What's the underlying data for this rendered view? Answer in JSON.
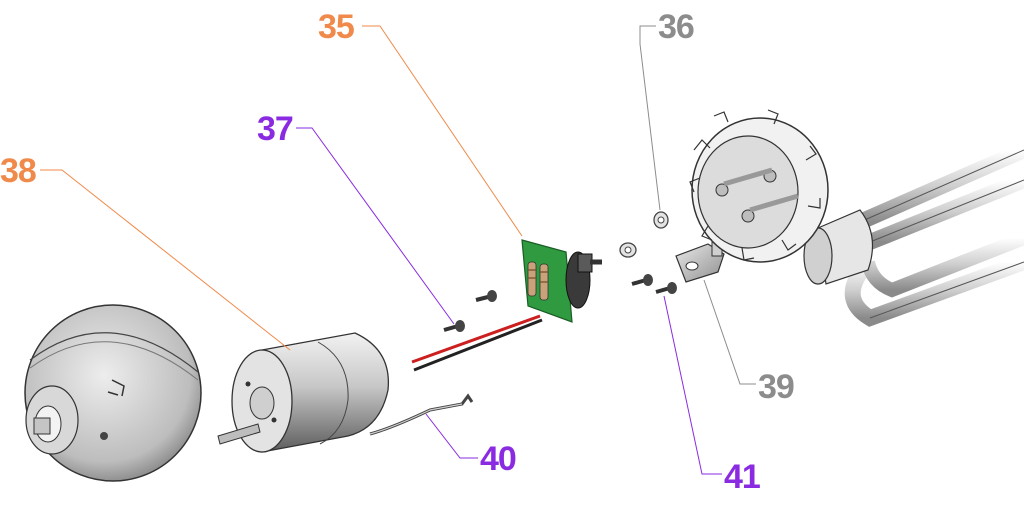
{
  "callouts": [
    {
      "id": "35",
      "label": "35",
      "color": "#f08a4b"
    },
    {
      "id": "36",
      "label": "36",
      "color": "#8c8c8c"
    },
    {
      "id": "37",
      "label": "37",
      "color": "#8a2be2"
    },
    {
      "id": "38",
      "label": "38",
      "color": "#f08a4b"
    },
    {
      "id": "39",
      "label": "39",
      "color": "#8c8c8c"
    },
    {
      "id": "40",
      "label": "40",
      "color": "#8a2be2"
    },
    {
      "id": "41",
      "label": "41",
      "color": "#8a2be2"
    }
  ],
  "parts": {
    "motor": "motor-icon",
    "detail_view": "magnified-detail-view",
    "circuit_board": "circuit-board-icon",
    "screws": "screw-icon",
    "washers": "washer-icon",
    "bracket": "bracket-icon",
    "wire_clip": "wire-clip-icon",
    "heater_housing": "heating-element-housing-icon"
  }
}
